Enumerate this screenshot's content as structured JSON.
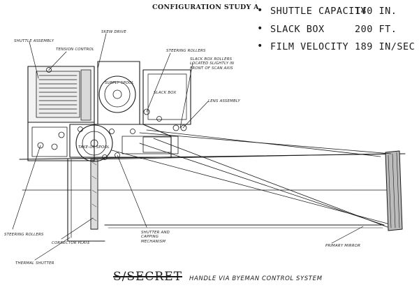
{
  "header": {
    "title": "CONFIGURATION STUDY A"
  },
  "specs": [
    {
      "label": "SHUTTLE CAPACITY",
      "value": "140 IN."
    },
    {
      "label": "SLACK BOX",
      "value": "200 FT."
    },
    {
      "label": "FILM VELOCITY",
      "value": "189 IN/SEC"
    }
  ],
  "labels": {
    "shuttle_assembly": "SHUTTLE ASSEMBLY",
    "tension_control": "TENSION CONTROL",
    "skew_drive": "SKEW DRIVE",
    "steering_rollers_top": "STEERING ROLLERS",
    "slack_box_rollers": "SLACK BOX ROLLERS LOCATED SLIGHTLY IN FRONT OF SCAN AXIS",
    "supply_spool": "SUPPLY SPOOL",
    "slack_box": "SLACK BOX",
    "lens_assembly": "LENS ASSEMBLY",
    "take_up_spool": "TAKE-UP SPOOL",
    "steering_rollers_bottom": "STEERING ROLLERS",
    "corrector_plate": "CORRECTOR PLATE",
    "thermal_shutter": "THERMAL SHUTTER",
    "shutter_and_capping": "SHUTTER AND CAPPING MECHANISM",
    "primary_mirror": "PRIMARY MIRROR"
  },
  "footer": {
    "classification": "S/SECRET",
    "handling": "HANDLE VIA BYEMAN CONTROL SYSTEM"
  }
}
